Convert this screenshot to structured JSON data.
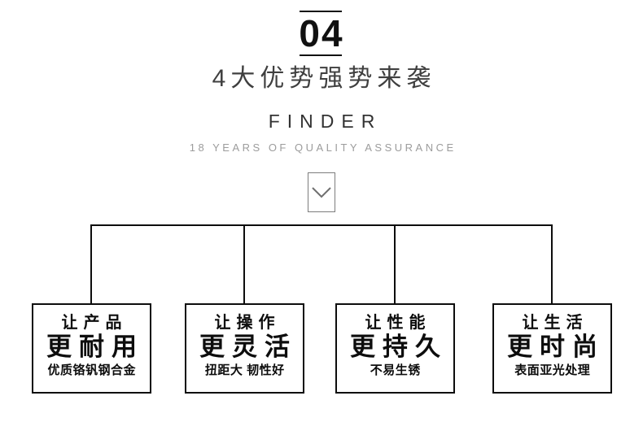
{
  "hero": {
    "number": "04",
    "title": "4大优势强势来袭",
    "brand": "FINDER",
    "tagline": "18 YEARS OF QUALITY ASSURANCE"
  },
  "advantages": [
    {
      "lead": "让产品",
      "headline": "更耐用",
      "detail": "优质铬钒钢合金"
    },
    {
      "lead": "让操作",
      "headline": "更灵活",
      "detail": "扭距大 韧性好"
    },
    {
      "lead": "让性能",
      "headline": "更持久",
      "detail": "不易生锈"
    },
    {
      "lead": "让生活",
      "headline": "更时尚",
      "detail": "表面亚光处理"
    }
  ],
  "icons": {
    "chevron_down": "chevron-down"
  },
  "colors": {
    "ink": "#111111",
    "title_gray": "#3f3f3f",
    "brand_gray": "#333333",
    "muted_gray": "#9c9c9c",
    "line_black": "#0d0d0d",
    "chevron_gray": "#6f6f6f",
    "background": "#ffffff"
  }
}
